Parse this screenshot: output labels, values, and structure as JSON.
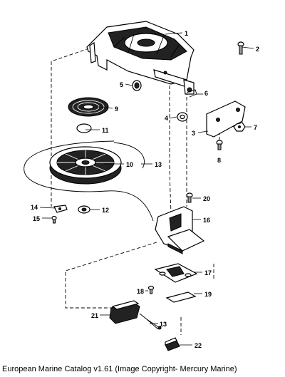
{
  "caption": "European Marine Catalog v1.61 (Image Copyright- Mercury Marine)",
  "callouts": {
    "c1": "1",
    "c2": "2",
    "c3": "3",
    "c4": "4",
    "c5": "5",
    "c6": "6",
    "c7": "7",
    "c8": "8",
    "c9": "9",
    "c10": "10",
    "c11": "11",
    "c12": "12",
    "c13a": "13",
    "c13b": "13",
    "c14": "14",
    "c15": "15",
    "c16": "16",
    "c17": "17",
    "c18": "18",
    "c19": "19",
    "c20": "20",
    "c21": "21",
    "c22": "22"
  }
}
